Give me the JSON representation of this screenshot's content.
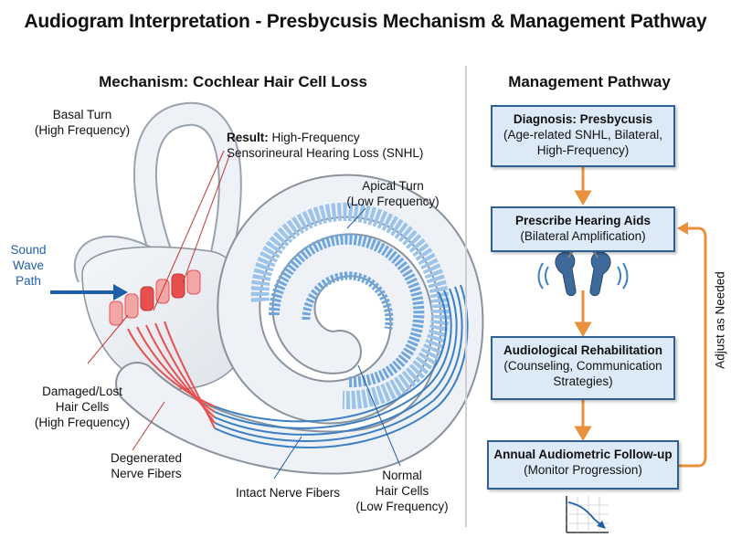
{
  "title": "Audiogram Interpretation - Presbycusis Mechanism & Management Pathway",
  "mechanism": {
    "heading": "Mechanism: Cochlear Hair Cell Loss",
    "basal_turn": [
      "Basal Turn",
      "(High Frequency)"
    ],
    "result_bold": "Result:",
    "result_line1": "High-Frequency",
    "result_line2": "Sensorineural Hearing Loss (SNHL)",
    "apical_turn": [
      "Apical Turn",
      "(Low Frequency)"
    ],
    "sound_wave": [
      "Sound",
      "Wave",
      "Path"
    ],
    "damaged": [
      "Damaged/Lost",
      "Hair Cells",
      "(High Frequency)"
    ],
    "degenerated": [
      "Degenerated",
      "Nerve Fibers"
    ],
    "intact": "Intact Nerve Fibers",
    "normal": [
      "Normal",
      "Hair Cells",
      "(Low Frequency)"
    ]
  },
  "management": {
    "heading": "Management Pathway",
    "steps": [
      {
        "title": "Diagnosis: Presbycusis",
        "sub": [
          "(Age-related SNHL, Bilateral,",
          "High-Frequency)"
        ]
      },
      {
        "title": "Prescribe Hearing Aids",
        "sub": [
          "(Bilateral Amplification)"
        ]
      },
      {
        "title": "Audiological Rehabilitation",
        "sub": [
          "(Counseling, Communication",
          "Strategies)"
        ]
      },
      {
        "title": "Annual Audiometric Follow-up",
        "sub": [
          "(Monitor Progression)"
        ]
      }
    ],
    "loop_label": "Adjust as Needed"
  },
  "colors": {
    "damaged": "#e8504f",
    "intact": "#3b7fc4",
    "arrow": "#e8913a",
    "box_fill": "#dce9f7",
    "box_border": "#2f5f93"
  }
}
